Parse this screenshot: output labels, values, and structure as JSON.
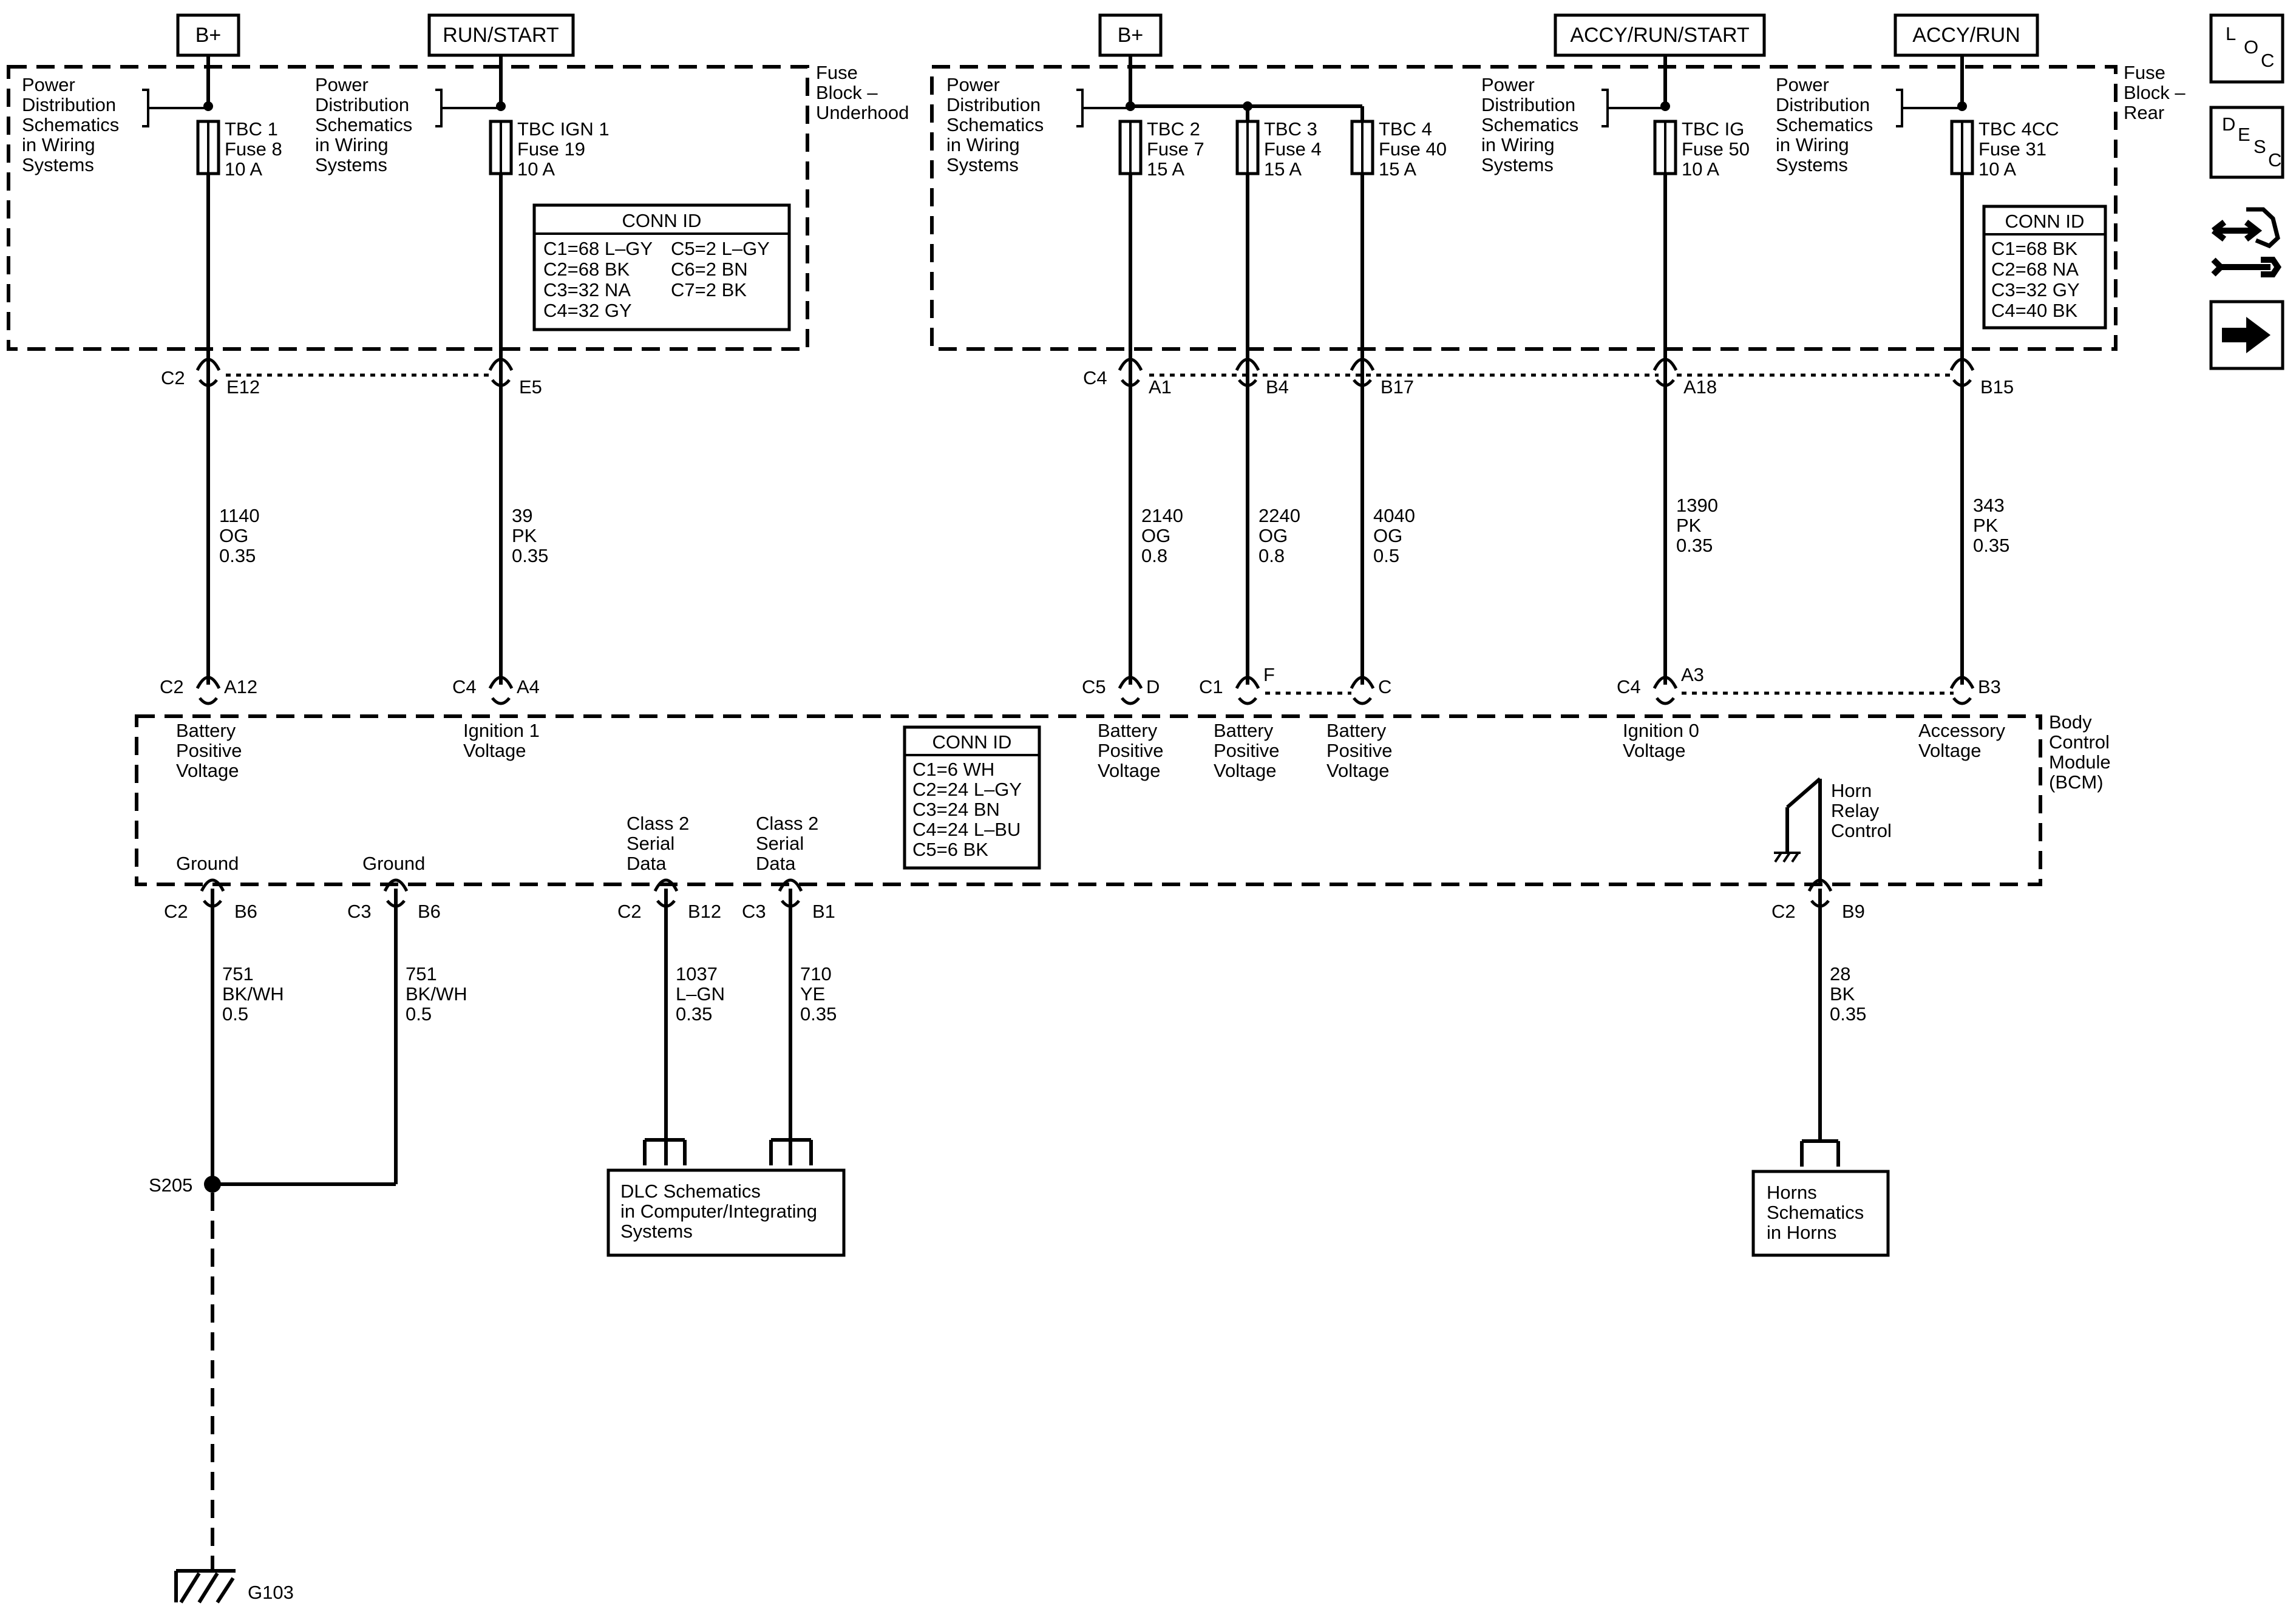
{
  "power_sources": [
    {
      "id": "bplus1",
      "label": "B+"
    },
    {
      "id": "runstart",
      "label": "RUN/START"
    },
    {
      "id": "bplus2",
      "label": "B+"
    },
    {
      "id": "accyrunstart",
      "label": "ACCY/RUN/START"
    },
    {
      "id": "accyrun",
      "label": "ACCY/RUN"
    }
  ],
  "fuse_blocks": {
    "underhood": {
      "name": [
        "Fuse",
        "Block –",
        "Underhood"
      ]
    },
    "rear": {
      "name": [
        "Fuse",
        "Block –",
        "Rear"
      ]
    }
  },
  "power_dist_ref": [
    "Power",
    "Distribution",
    "Schematics",
    "in Wiring",
    "Systems"
  ],
  "fuses": [
    {
      "id": "f1",
      "lines": [
        "TBC 1",
        "Fuse 8",
        "10 A"
      ]
    },
    {
      "id": "f2",
      "lines": [
        "TBC IGN 1",
        "Fuse 19",
        "10 A"
      ]
    },
    {
      "id": "f3",
      "lines": [
        "TBC 2",
        "Fuse 7",
        "15 A"
      ]
    },
    {
      "id": "f4",
      "lines": [
        "TBC 3",
        "Fuse 4",
        "15 A"
      ]
    },
    {
      "id": "f5",
      "lines": [
        "TBC 4",
        "Fuse 40",
        "15 A"
      ]
    },
    {
      "id": "f6",
      "lines": [
        "TBC IG",
        "Fuse 50",
        "10 A"
      ]
    },
    {
      "id": "f7",
      "lines": [
        "TBC 4CC",
        "Fuse 31",
        "10 A"
      ]
    }
  ],
  "conn_id_underhood": {
    "title": "CONN ID",
    "rows": [
      [
        "C1=68 L–GY",
        "C5=2 L–GY"
      ],
      [
        "C2=68 BK",
        "C6=2 BN"
      ],
      [
        "C3=32 NA",
        "C7=2 BK"
      ],
      [
        "C4=32 GY",
        ""
      ]
    ]
  },
  "conn_id_rear": {
    "title": "CONN ID",
    "rows": [
      "C1=68 BK",
      "C2=68 NA",
      "C3=32 GY",
      "C4=40 BK"
    ]
  },
  "conn_id_bcm": {
    "title": "CONN ID",
    "rows": [
      "C1=6 WH",
      "C2=24 L–GY",
      "C3=24 BN",
      "C4=24 L–BU",
      "C5=6 BK"
    ]
  },
  "fuse_block_connectors": [
    {
      "conn": "C2",
      "pin": "E12"
    },
    {
      "conn": "",
      "pin": "E5"
    },
    {
      "conn": "C4",
      "pin": "A1"
    },
    {
      "conn": "",
      "pin": "B4"
    },
    {
      "conn": "",
      "pin": "B17"
    },
    {
      "conn": "",
      "pin": "A18"
    },
    {
      "conn": "",
      "pin": "B15"
    }
  ],
  "upper_wires": [
    {
      "circuit": "1140",
      "color": "OG",
      "gauge": "0.35"
    },
    {
      "circuit": "39",
      "color": "PK",
      "gauge": "0.35"
    },
    {
      "circuit": "2140",
      "color": "OG",
      "gauge": "0.8"
    },
    {
      "circuit": "2240",
      "color": "OG",
      "gauge": "0.8"
    },
    {
      "circuit": "4040",
      "color": "OG",
      "gauge": "0.5"
    },
    {
      "circuit": "1390",
      "color": "PK",
      "gauge": "0.35"
    },
    {
      "circuit": "343",
      "color": "PK",
      "gauge": "0.35"
    }
  ],
  "bcm_input_connectors": [
    {
      "conn": "C2",
      "pin": "A12"
    },
    {
      "conn": "C4",
      "pin": "A4"
    },
    {
      "conn": "C5",
      "pin": "D"
    },
    {
      "conn": "C1",
      "pin": "F"
    },
    {
      "conn": "",
      "pin": "C"
    },
    {
      "conn": "C4",
      "pin": "A3"
    },
    {
      "conn": "",
      "pin": "B3"
    }
  ],
  "bcm_input_labels": [
    [
      "Battery",
      "Positive",
      "Voltage"
    ],
    [
      "Ignition 1",
      "Voltage"
    ],
    [
      "Battery",
      "Positive",
      "Voltage"
    ],
    [
      "Battery",
      "Positive",
      "Voltage"
    ],
    [
      "Battery",
      "Positive",
      "Voltage"
    ],
    [
      "Ignition 0",
      "Voltage"
    ],
    [
      "Accessory",
      "Voltage"
    ]
  ],
  "bcm_name": [
    "Body",
    "Control",
    "Module",
    "(BCM)"
  ],
  "horn_relay_label": [
    "Horn",
    "Relay",
    "Control"
  ],
  "bcm_output_labels": [
    [
      "Ground"
    ],
    [
      "Ground"
    ],
    [
      "Class 2",
      "Serial",
      "Data"
    ],
    [
      "Class 2",
      "Serial",
      "Data"
    ]
  ],
  "bcm_output_connectors": [
    {
      "conn": "C2",
      "pin": "B6"
    },
    {
      "conn": "C3",
      "pin": "B6"
    },
    {
      "conn": "C2",
      "pin": "B12"
    },
    {
      "conn": "C3",
      "pin": "B1"
    },
    {
      "conn": "C2",
      "pin": "B9"
    }
  ],
  "lower_wires": [
    {
      "circuit": "751",
      "color": "BK/WH",
      "gauge": "0.5"
    },
    {
      "circuit": "751",
      "color": "BK/WH",
      "gauge": "0.5"
    },
    {
      "circuit": "1037",
      "color": "L–GN",
      "gauge": "0.35"
    },
    {
      "circuit": "710",
      "color": "YE",
      "gauge": "0.35"
    },
    {
      "circuit": "28",
      "color": "BK",
      "gauge": "0.35"
    }
  ],
  "splice": "S205",
  "ground": "G103",
  "dlc_ref": [
    "DLC Schematics",
    "in Computer/Integrating",
    "Systems"
  ],
  "horns_ref": [
    "Horns",
    "Schematics",
    "in Horns"
  ],
  "side_icons": [
    {
      "name": "loc-icon",
      "letters": [
        "L",
        "O",
        "C"
      ]
    },
    {
      "name": "desc-icon",
      "letters": [
        "D",
        "E",
        "S",
        "C"
      ]
    },
    {
      "name": "connector-tool-icon"
    },
    {
      "name": "next-arrow-icon"
    }
  ]
}
